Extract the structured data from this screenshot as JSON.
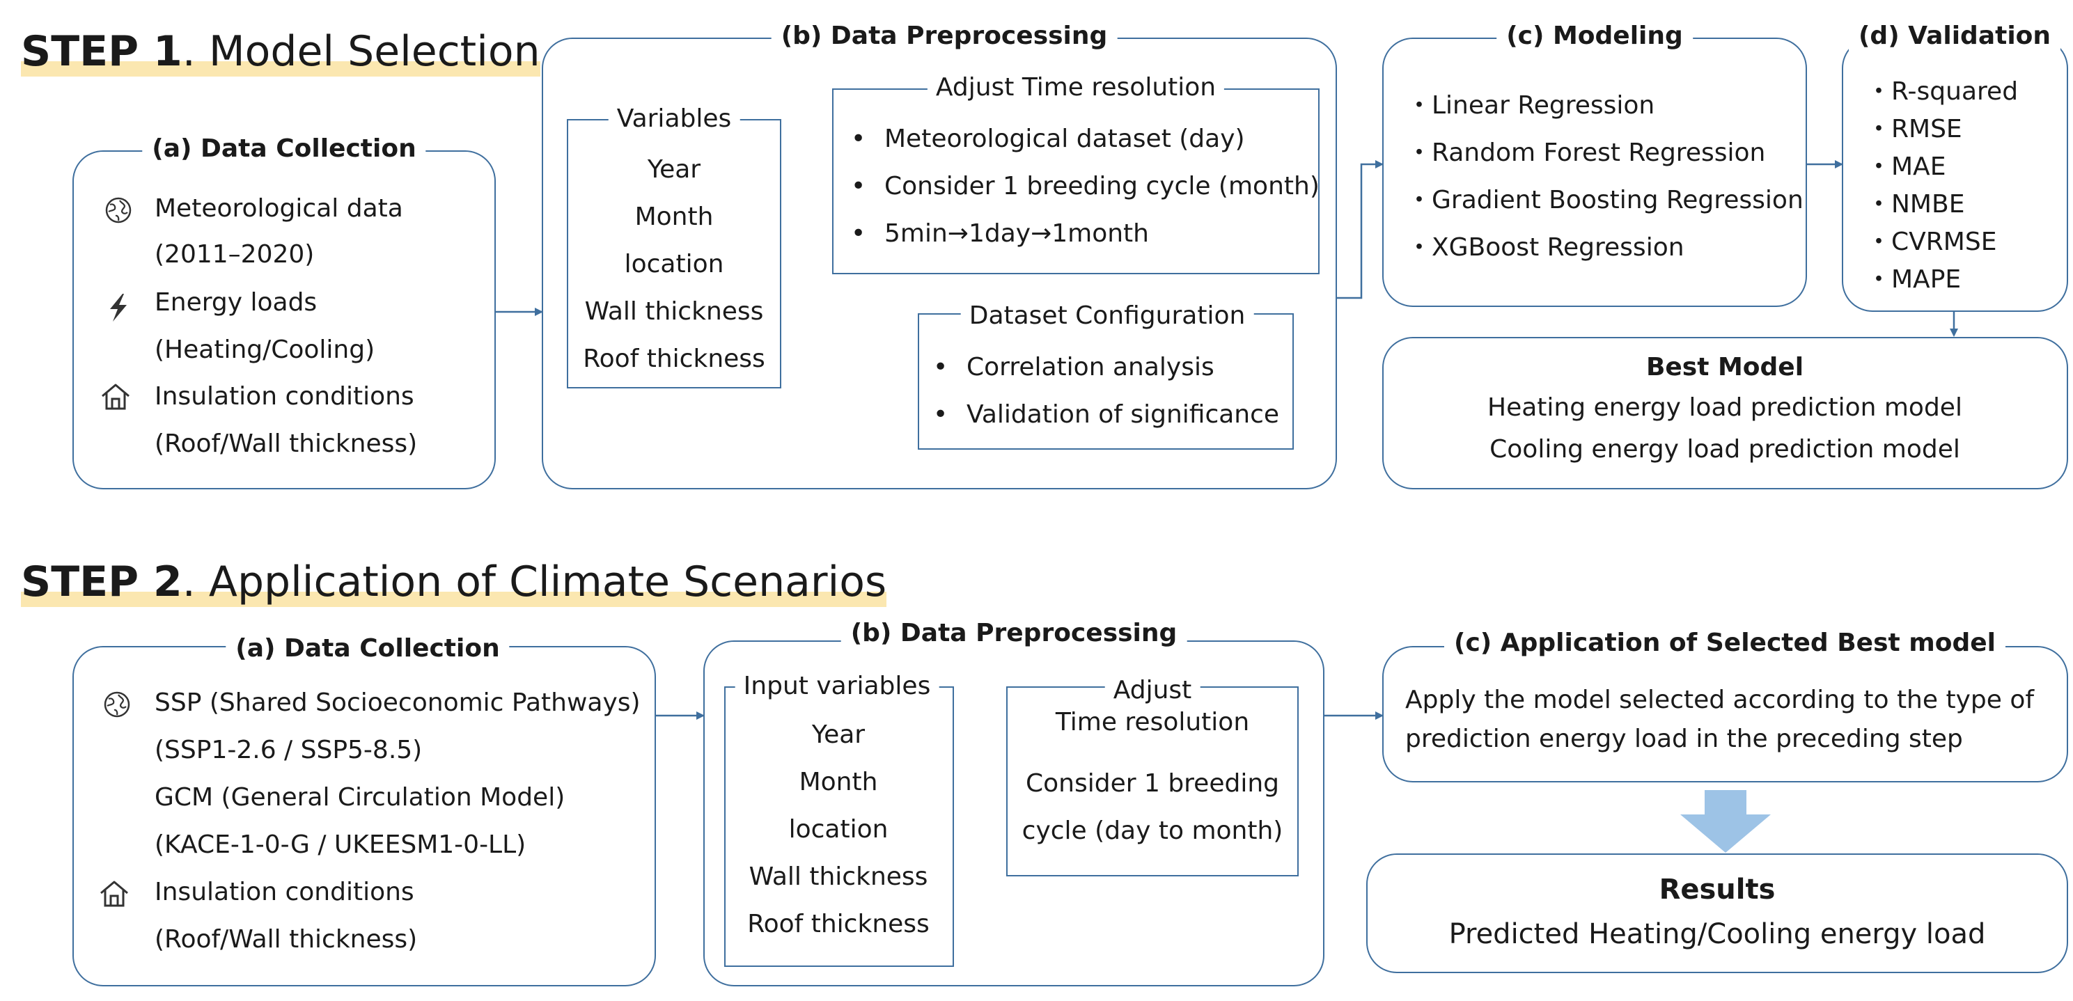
{
  "step1": {
    "label": "STEP 1",
    "title": ". Model Selection",
    "data_collection": {
      "title": "(a) Data Collection",
      "items": [
        {
          "icon": "globe-icon",
          "line1": "Meteorological data",
          "line2": "(2011–2020)"
        },
        {
          "icon": "lightning-icon",
          "line1": "Energy loads",
          "line2": "(Heating/Cooling)"
        },
        {
          "icon": "house-icon",
          "line1": "Insulation conditions",
          "line2": "(Roof/Wall thickness)"
        }
      ]
    },
    "preprocessing": {
      "title": "(b) Data Preprocessing",
      "variables": {
        "title": "Variables",
        "items": [
          "Year",
          "Month",
          "location",
          "Wall thickness",
          "Roof thickness"
        ]
      },
      "time_resolution": {
        "title": "Adjust Time resolution",
        "items": [
          "Meteorological dataset (day)",
          "Consider 1 breeding cycle (month)",
          "5min→1day→1month"
        ]
      },
      "dataset_config": {
        "title": "Dataset Configuration",
        "items": [
          "Correlation analysis",
          "Validation of significance"
        ]
      }
    },
    "modeling": {
      "title": "(c) Modeling",
      "items": [
        "・Linear Regression",
        "・Random Forest Regression",
        "・Gradient Boosting Regression",
        "・XGBoost Regression"
      ]
    },
    "validation": {
      "title": "(d) Validation",
      "items": [
        "・R-squared",
        "・RMSE",
        "・MAE",
        "・NMBE",
        "・CVRMSE",
        "・MAPE"
      ]
    },
    "best_model": {
      "title": "Best Model",
      "items": [
        "Heating energy load prediction model",
        "Cooling energy load prediction model"
      ]
    }
  },
  "step2": {
    "label": "STEP 2",
    "title": ". Application of Climate Scenarios",
    "data_collection": {
      "title": "(a) Data Collection",
      "lines": [
        {
          "icon": "globe-icon",
          "text": "SSP (Shared Socioeconomic Pathways)"
        },
        {
          "text": "(SSP1-2.6 / SSP5-8.5)"
        },
        {
          "text": "GCM (General Circulation Model)"
        },
        {
          "text": "(KACE-1-0-G / UKEESM1-0-LL)"
        },
        {
          "icon": "house-icon",
          "text": "Insulation conditions"
        },
        {
          "text": "(Roof/Wall thickness)"
        }
      ]
    },
    "preprocessing": {
      "title": "(b) Data Preprocessing",
      "input_variables": {
        "title": "Input variables",
        "items": [
          "Year",
          "Month",
          "location",
          "Wall thickness",
          "Roof thickness"
        ]
      },
      "time_resolution": {
        "title_line1": "Adjust",
        "title_line2": "Time resolution",
        "line1": "Consider 1 breeding",
        "line2": "cycle (day to month)"
      }
    },
    "application": {
      "title": "(c) Application of Selected Best model",
      "line1": "Apply the model selected according to the type of",
      "line2": "prediction energy load in the preceding step"
    },
    "results": {
      "title": "Results",
      "text": "Predicted Heating/Cooling energy load"
    }
  },
  "colors": {
    "line": "#3f6f9e",
    "highlight": "#fbe7b0",
    "down_arrow": "#9dc3e6"
  }
}
